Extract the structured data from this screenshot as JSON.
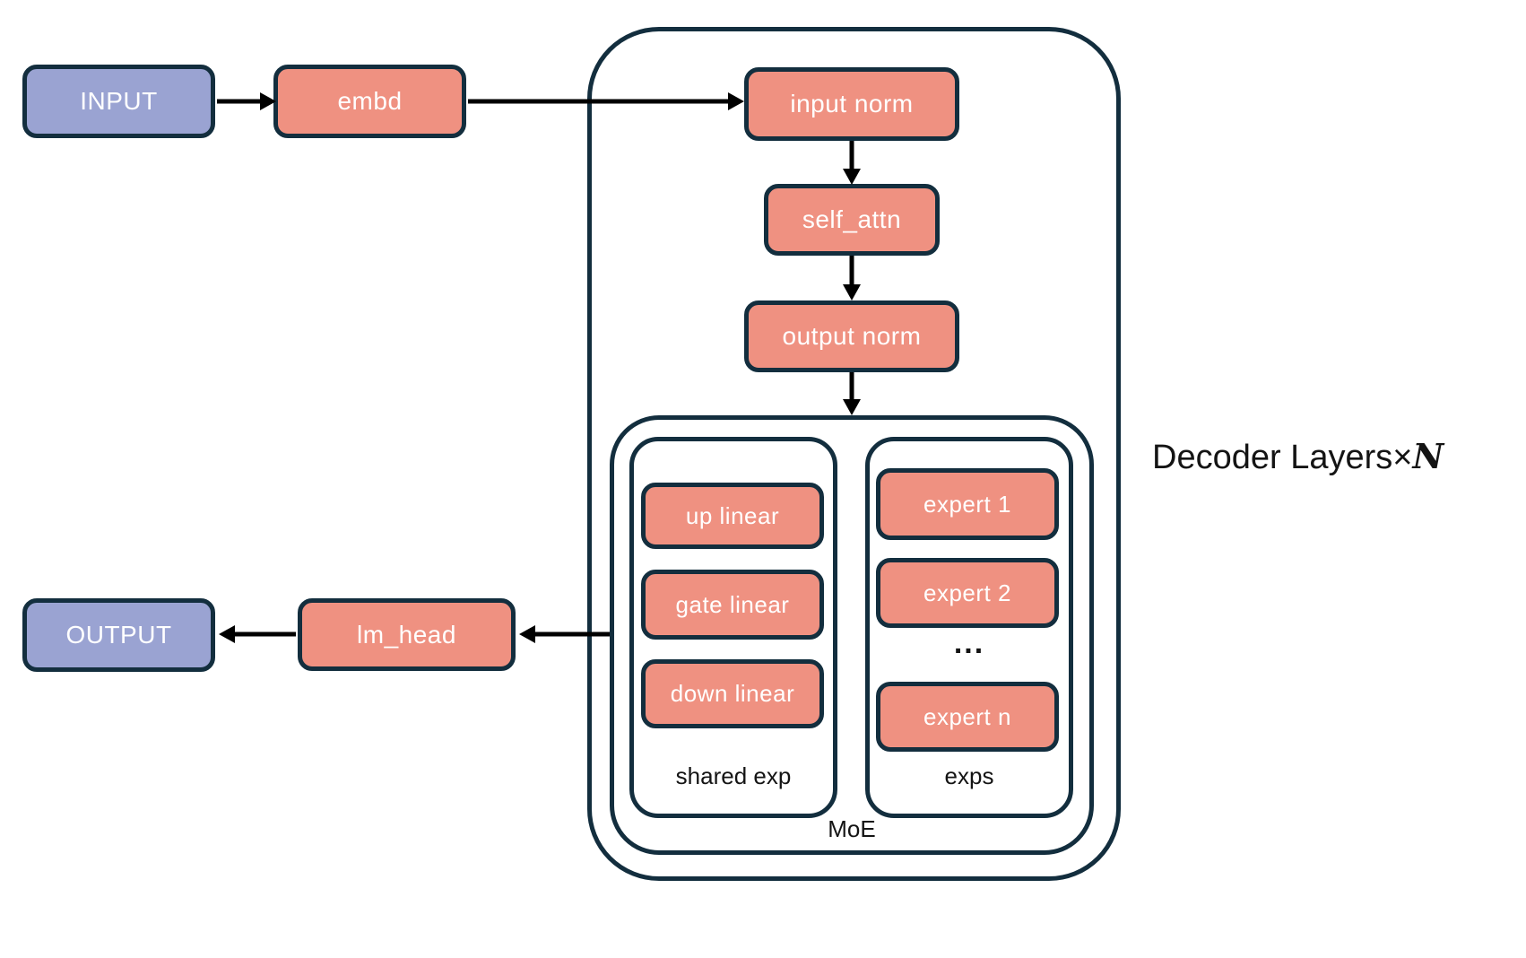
{
  "diagram": {
    "nodes": {
      "input": "INPUT",
      "embd": "embd",
      "input_norm": "input norm",
      "self_attn": "self_attn",
      "output_norm": "output norm",
      "up_linear": "up linear",
      "gate_linear": "gate linear",
      "down_linear": "down linear",
      "expert_1": "expert 1",
      "expert_2": "expert 2",
      "expert_ellipsis": "...",
      "expert_n": "expert n",
      "lm_head": "lm_head",
      "output": "OUTPUT"
    },
    "containers": {
      "shared_exp_label": "shared exp",
      "exps_label": "exps",
      "moe_label": "MoE"
    },
    "side_label": {
      "text": "Decoder Layers×",
      "n": "N"
    },
    "colors": {
      "io_fill": "#9aa3d2",
      "module_fill": "#ef9181",
      "border": "#132e3e",
      "arrow": "#000000",
      "label_text": "#ffffff",
      "caption_text": "#141414"
    }
  }
}
